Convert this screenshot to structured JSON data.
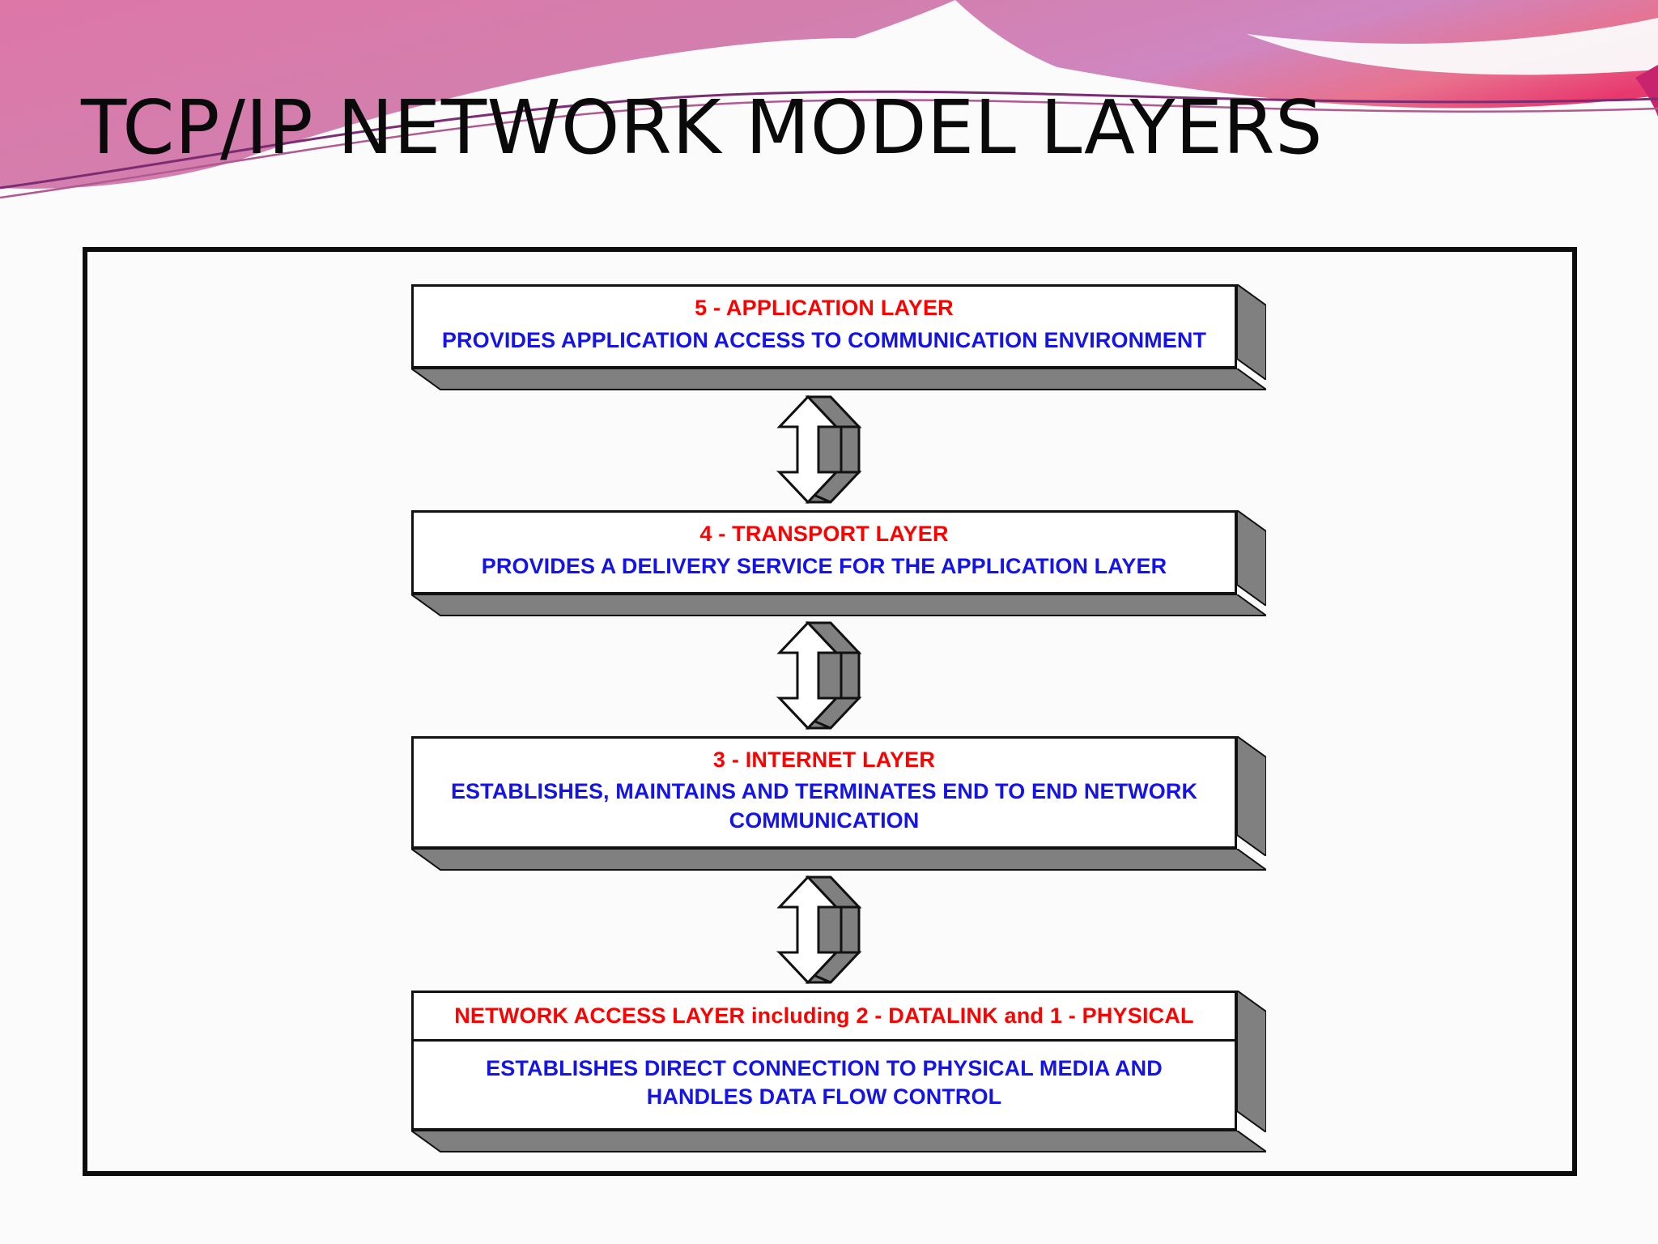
{
  "slide": {
    "title": "TCP/IP NETWORK MODEL LAYERS",
    "colors": {
      "title_red": "#ff0000",
      "body_blue": "#1414e6",
      "frame_black": "#0d0d0d",
      "arrow_gray": "#808080",
      "band_pink": "#dd77a8",
      "band_magenta": "#c8246e",
      "page_bg": "#fbfbfc"
    }
  },
  "diagram": {
    "type": "layered-stack",
    "orientation": "top-to-bottom",
    "connector_icon": "double-headed-vertical-arrow-3d",
    "layers": [
      {
        "id": "application",
        "number": "5",
        "title": "5 - APPLICATION LAYER",
        "description": "PROVIDES APPLICATION ACCESS TO COMMUNICATION ENVIRONMENT",
        "split": false
      },
      {
        "id": "transport",
        "number": "4",
        "title": "4 - TRANSPORT LAYER",
        "description": "PROVIDES A DELIVERY SERVICE FOR THE APPLICATION LAYER",
        "split": false
      },
      {
        "id": "internet",
        "number": "3",
        "title": "3 - INTERNET LAYER",
        "description": "ESTABLISHES, MAINTAINS AND TERMINATES END TO END NETWORK COMMUNICATION",
        "split": false
      },
      {
        "id": "network-access",
        "number": "2,1",
        "title": "NETWORK ACCESS LAYER including 2 - DATALINK and 1 - PHYSICAL",
        "description": "ESTABLISHES DIRECT CONNECTION TO PHYSICAL MEDIA AND HANDLES DATA FLOW CONTROL",
        "split": true
      }
    ]
  }
}
